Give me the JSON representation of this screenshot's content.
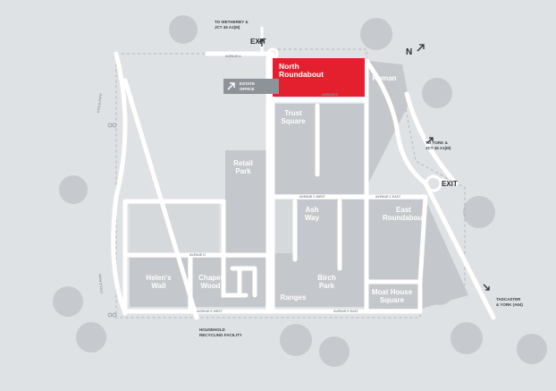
{
  "labels": {
    "north_roundabout": "North\nRoundabout",
    "roman": "Roman",
    "trust_square": "Trust\nSquare",
    "retail_park": "Retail\nPark",
    "ash_way": "Ash\nWay",
    "east_roundabout": "East\nRoundabout",
    "helens_wall": "Helen's\nWall",
    "chapel_wood": "Chapel\nWood",
    "birch_park": "Birch\nPark",
    "ranges": "Ranges",
    "moat_house_square": "Moat House\nSquare",
    "estate_office": "ESTATE\nOFFICE",
    "household_recycling": "HOUSEHOLD\nRECYCLING FACILITY",
    "to_wetherby": "TO WETHERBY &\nJCT 45 A1(M)",
    "to_york": "TO YORK &\nJCT 45 A1(M)",
    "to_tadcaster": "TADCASTER\n& YORK (A64)",
    "exit": "EXIT",
    "north": "N",
    "roads": {
      "avenue_a_top": "AVENUE A",
      "avenue_b": "AVENUE B",
      "avenue_c_west": "AVENUE C WEST",
      "avenue_c_east": "AVENUE C EAST",
      "avenue_d": "AVENUE D",
      "avenue_e_west": "AVENUE E WEST",
      "avenue_e_east": "AVENUE E EAST",
      "cycle_path_top": "CYCLE PATH",
      "cycle_path_bottom": "CYCLE PATH"
    }
  },
  "colors": {
    "background": "#dfe2e5",
    "plot": "#c4c7cb",
    "road": "#ffffff",
    "highlight": "#e5202e",
    "tree": "#c6c9cd"
  },
  "icons": {
    "arrow": "arrow-icon",
    "bike": "bike-icon",
    "tree": "tree-icon"
  }
}
